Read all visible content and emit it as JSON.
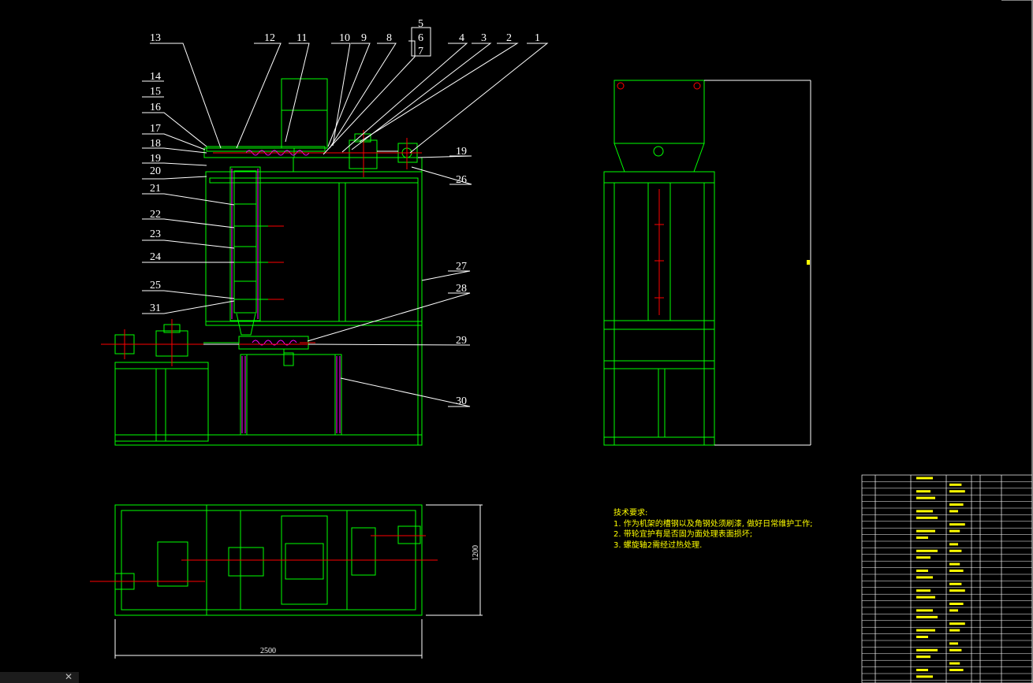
{
  "balloons_top": [
    "13",
    "12",
    "11",
    "10",
    "9",
    "8",
    "5",
    "6",
    "7",
    "4",
    "3",
    "2",
    "1"
  ],
  "balloons_left": [
    "14",
    "15",
    "16",
    "17",
    "18",
    "19",
    "20",
    "21",
    "22",
    "23",
    "24",
    "25",
    "31"
  ],
  "balloons_right": [
    "19",
    "26",
    "27",
    "28",
    "29",
    "30"
  ],
  "dimension_plan_height": "1200",
  "dimension_plan_width": "2500",
  "tech_requirements": {
    "title": "技术要求:",
    "items": [
      "1. 作为机架的槽钢以及角钢处须刷漆, 做好日常维护工作;",
      "2. 带轮宜护有是否固为面处理表面损坏;",
      "3. 螺旋轴2需经过热处理."
    ]
  },
  "colors": {
    "background": "#000000",
    "frame": "#00ff00",
    "accent_lines": "#ffffff",
    "centerline": "#ff0000",
    "text": "#ffff00",
    "hatch": "#ff00ff"
  }
}
